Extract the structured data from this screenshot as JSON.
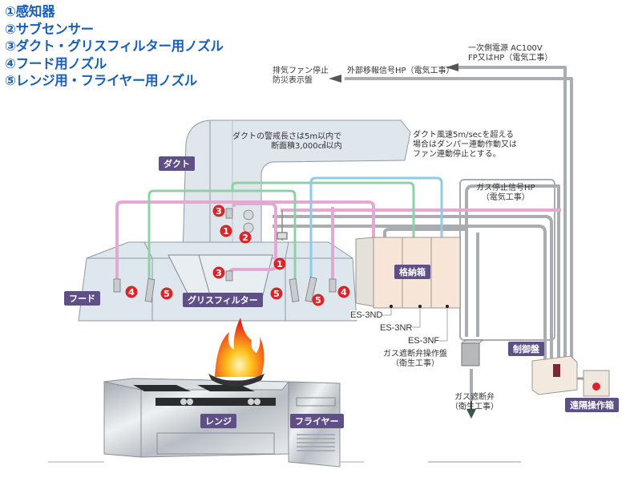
{
  "legend": {
    "items": [
      "①感知器",
      "②サブセンサー",
      "③ダクト・グリスフィルター用ノズル",
      "④フード用ノズル",
      "⑤レンジ用・フライヤー用ノズル"
    ]
  },
  "notes": {
    "primary_power": [
      "一次側電源  AC100V",
      "FP又はHP（電気工事）"
    ],
    "external_signal": "外部移報信号HP（電気工事）",
    "fan_stop": [
      "排気ファン停止",
      "防災表示盤"
    ],
    "duct_length": [
      "ダクトの警戒長さは5m以内で",
      "断面積3,000㎠以内"
    ],
    "duct_speed": [
      "ダクト風速5m/secを超える",
      "場合はダンパー連動作動又は",
      "ファン連動停止とする。"
    ],
    "gas_stop_signal": [
      "ガス停止信号HP",
      "（電気工事）"
    ],
    "gas_valve_panel": [
      "ガス遮断弁操作盤",
      "（衛生工事）"
    ],
    "gas_valve": [
      "ガス遮断弁",
      "（衛生工事）"
    ]
  },
  "tags": {
    "duct": "ダクト",
    "hood": "フード",
    "grease_filter": "グリスフィルター",
    "storage_box": "格納箱",
    "range": "レンジ",
    "fryer": "フライヤー",
    "control_panel": "制御盤",
    "remote_box": "遠隔操作箱"
  },
  "models": [
    "ES-3ND",
    "ES-3NR",
    "ES-3NF"
  ],
  "markers": {
    "detector": "1",
    "sub_sensor": "2",
    "duct_nozzle": "3",
    "hood_nozzle": "4",
    "range_nozzle": "5"
  },
  "colors": {
    "legend_text": "#1a5fb4",
    "tag_bg": "#5e4f86",
    "marker": "#d9262b",
    "pipe_pink": "#e3a9d3",
    "pipe_green": "#8fd0a6",
    "pipe_blue": "#8ecbe8",
    "pipe_gray": "#a9adb1",
    "hood_fill": "#dfe7ee",
    "box_fill": "#f7e6d8"
  }
}
